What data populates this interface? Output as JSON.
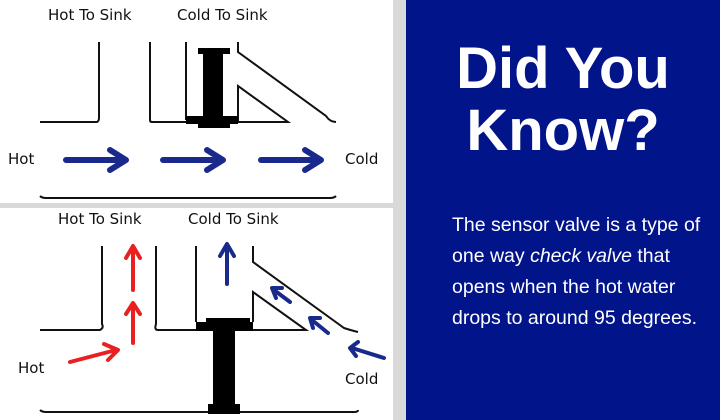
{
  "diagram_top": {
    "labels": {
      "hot_to_sink": "Hot To Sink",
      "cold_to_sink": "Cold To Sink",
      "hot": "Hot",
      "cold": "Cold"
    },
    "state": "closed",
    "arrows": [
      {
        "direction": "right",
        "color": "#1a2a8c"
      },
      {
        "direction": "right",
        "color": "#1a2a8c"
      },
      {
        "direction": "right",
        "color": "#1a2a8c"
      }
    ]
  },
  "diagram_bottom": {
    "labels": {
      "hot_to_sink": "Hot To Sink",
      "cold_to_sink": "Cold To Sink",
      "hot": "Hot",
      "cold": "Cold"
    },
    "state": "open",
    "hot_arrow_color": "#e82020",
    "cold_arrow_color": "#1a2a8c"
  },
  "info_panel": {
    "title_line1": "Did You",
    "title_line2": "Know?",
    "text_part1": "The sensor valve is a type of one way ",
    "text_emphasis": "check valve",
    "text_part2": " that opens when the hot water drops to around 95 degrees.",
    "background_color": "#021489"
  }
}
